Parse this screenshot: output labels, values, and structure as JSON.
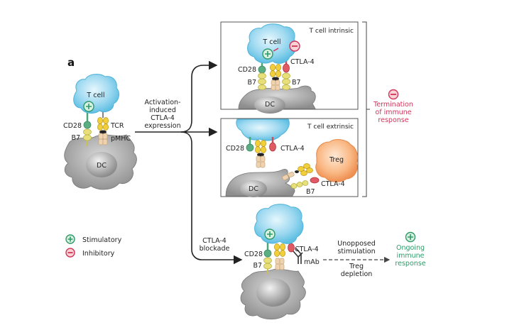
{
  "figure": {
    "panel_letter": "a",
    "colors": {
      "t_cell": "#8fd3ee",
      "treg": "#f6ad78",
      "dc": "#9c9c9c",
      "cd28": "#5aae82",
      "b7": "#e7e07a",
      "tcr": "#f1cf3b",
      "pmhc": "#efd3b0",
      "ctla4": "#e05a64",
      "stimulatory": "#2e9a68",
      "inhibitory": "#d2335a",
      "arrow": "#222222"
    },
    "left_cell": {
      "t_cell_label": "T cell",
      "dc_label": "DC",
      "cd28_label": "CD28",
      "b7_label": "B7",
      "tcr_label": "TCR",
      "pmhc_label": "pMHC"
    },
    "arrow_label": [
      "Activation-",
      "induced",
      "CTLA-4",
      "expression"
    ],
    "panel_intrinsic": {
      "title": "T cell intrinsic",
      "t_cell_label": "T cell",
      "dc_label": "DC",
      "cd28_label": "CD28",
      "b7_left_label": "B7",
      "ctla4_label": "CTLA-4",
      "b7_right_label": "B7"
    },
    "panel_extrinsic": {
      "title": "T cell extrinsic",
      "cd28_label": "CD28",
      "ctla4_label": "CTLA-4",
      "treg_label": "Treg",
      "treg_ctla4_label": "CTLA-4",
      "b7_label": "B7",
      "dc_label": "DC"
    },
    "termination": {
      "lines": [
        "Termination",
        "of immune",
        "response"
      ]
    },
    "blockade": {
      "arrow_label": [
        "CTLA-4",
        "blockade"
      ],
      "cd28_label": "CD28",
      "b7_label": "B7",
      "ctla4_label": "CTLA-4",
      "mab_label": "mAb",
      "above_arrow": [
        "Unopposed",
        "stimulation"
      ],
      "below_arrow": [
        "Treg",
        "depletion"
      ],
      "outcome": [
        "Ongoing",
        "immune",
        "response"
      ]
    },
    "legend": [
      {
        "symbol": "plus",
        "label": "Stimulatory"
      },
      {
        "symbol": "minus",
        "label": "Inhibitory"
      }
    ]
  }
}
